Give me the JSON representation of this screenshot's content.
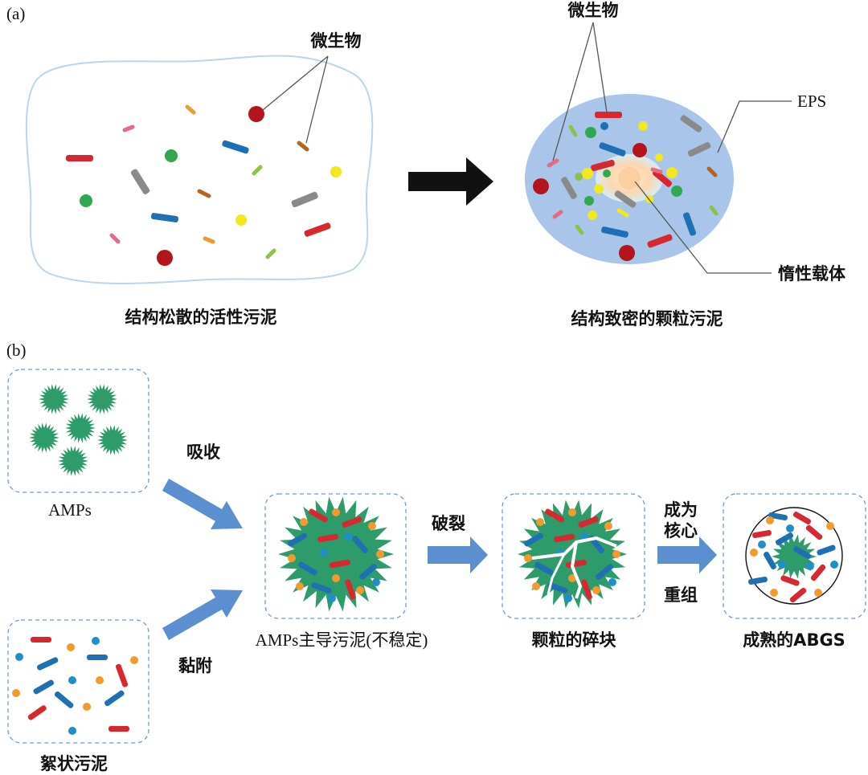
{
  "panel_a": {
    "letter": "(a)",
    "microbe_label_left": "微生物",
    "microbe_label_right": "微生物",
    "eps_label": "EPS",
    "carrier_label": "惰性载体",
    "loose_caption": "结构松散的活性污泥",
    "dense_caption": "结构致密的颗粒污泥"
  },
  "panel_b": {
    "letter": "(b)",
    "amps_label": "AMPs",
    "floc_label": "絮状污泥",
    "absorb_label": "吸收",
    "adhere_label": "黏附",
    "dominated_label": "AMPs主导污泥(不稳定)",
    "break_label": "破裂",
    "fragments_label": "颗粒的碎块",
    "become_label_1": "成为",
    "become_label_2": "核心",
    "regroup_label": "重组",
    "mature_label": "成熟的ABGS"
  },
  "colors": {
    "red": "#d7282f",
    "blue": "#1f6fb5",
    "green": "#2fa84f",
    "gray": "#8a8a8a",
    "yellow": "#f2e81e",
    "orange": "#f29a2e",
    "brown": "#b5651d",
    "amp_green": "#2e9b6a",
    "eps_blue": "#a9c6ea",
    "arrow_blue": "#5b8fcf",
    "dash_blue": "#6a9ad6"
  }
}
